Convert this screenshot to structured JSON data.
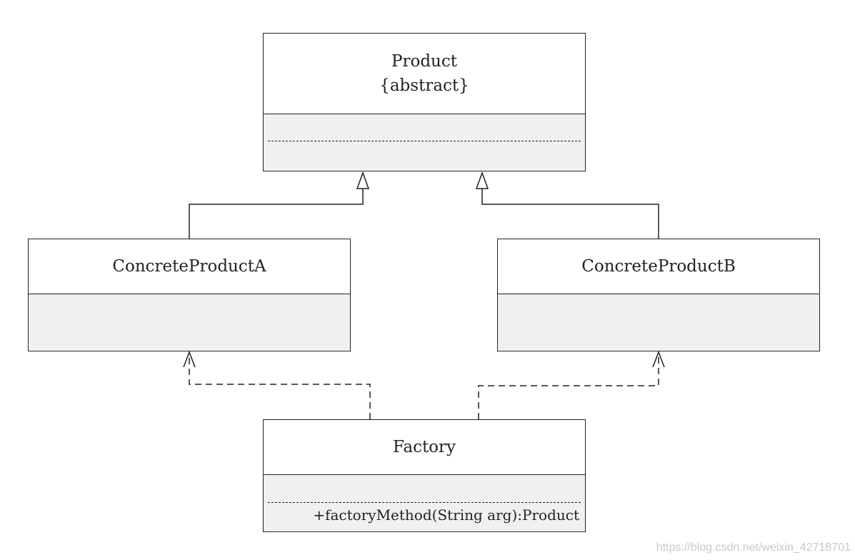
{
  "classes": {
    "product": {
      "name": "Product",
      "stereotype": "{abstract}"
    },
    "concrete_a": {
      "name": "ConcreteProductA"
    },
    "concrete_b": {
      "name": "ConcreteProductB"
    },
    "factory": {
      "name": "Factory",
      "method": "+factoryMethod(String arg):Product"
    }
  },
  "watermark": "https://blog.csdn.net/weixin_42718701"
}
